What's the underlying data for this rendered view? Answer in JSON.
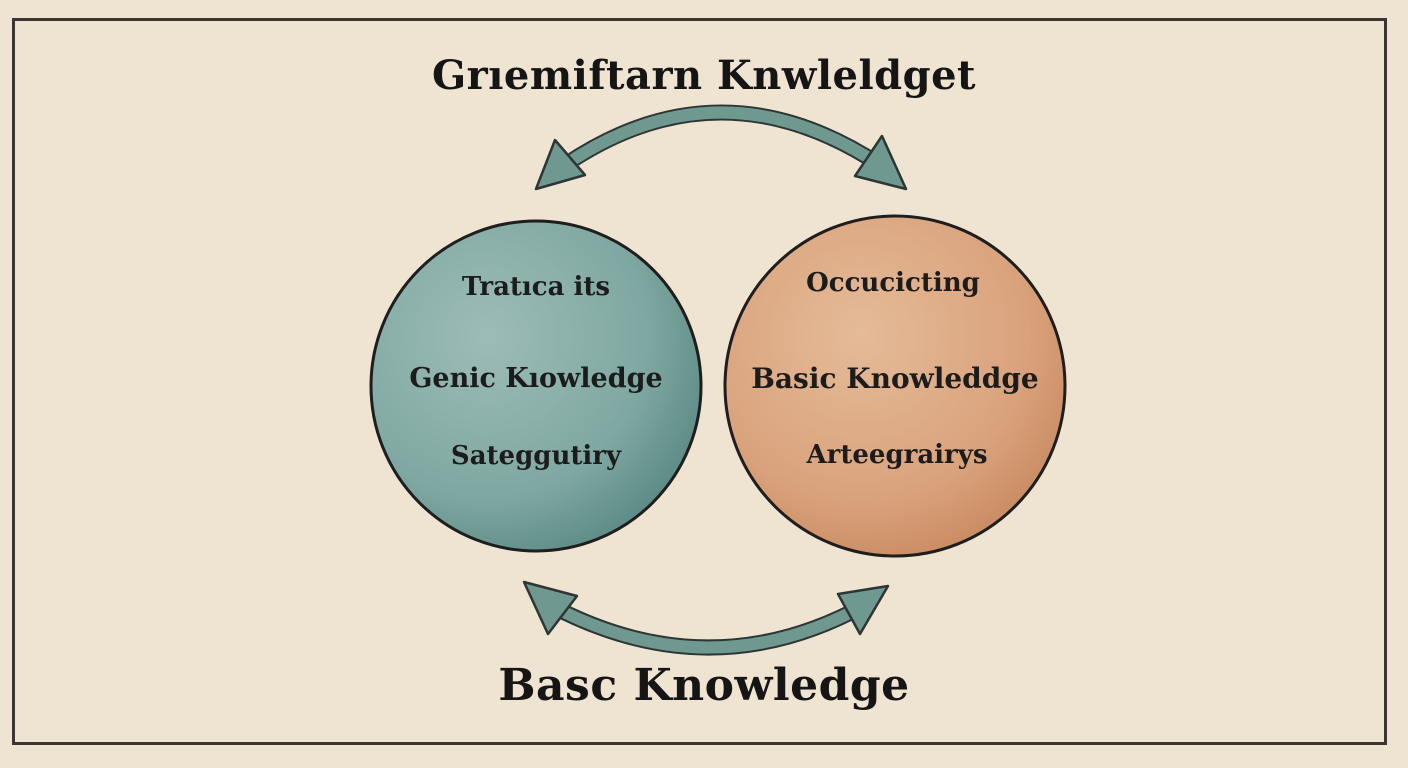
{
  "diagram": {
    "top_title": "Grıemiftarn Knwleldget",
    "bottom_title": "Basc Knowledge",
    "left_circle": {
      "color": "#7fa7a1",
      "lines": [
        "Tratıca its",
        "Genic Kıowledge",
        "Sateggutiry"
      ]
    },
    "right_circle": {
      "color": "#d9a27c",
      "lines": [
        "Occucicting",
        "Basic Knowleddge",
        "Arteegrairys"
      ]
    },
    "arrow_color": "#6f9990",
    "background_color": "#efe3d2"
  }
}
